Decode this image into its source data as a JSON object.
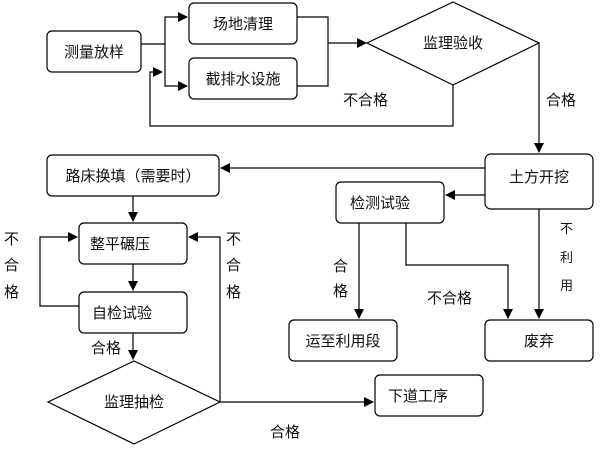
{
  "nodes": {
    "survey": "测量放样",
    "site_clearing": "场地清理",
    "drainage": "截排水设施",
    "supervision_acceptance": "监理验收",
    "earthwork": "土方开挖",
    "subgrade_replace": "路床换填（需要时）",
    "testing": "检测试验",
    "leveling": "整平碾压",
    "self_test": "自检试验",
    "supervision_spot_check": "监理抽检",
    "transport": "运至利用段",
    "discard": "废弃",
    "next_process": "下道工序"
  },
  "edges": {
    "fail_1": "不合格",
    "pass_1": "合格",
    "fail_left": [
      "不",
      "合",
      "格"
    ],
    "fail_right": [
      "不",
      "合",
      "格"
    ],
    "pass_self": "合格",
    "pass_test": [
      "合",
      "格"
    ],
    "fail_test": "不合格",
    "not_usable": [
      "不",
      "利",
      "用"
    ],
    "pass_final": "合格"
  }
}
